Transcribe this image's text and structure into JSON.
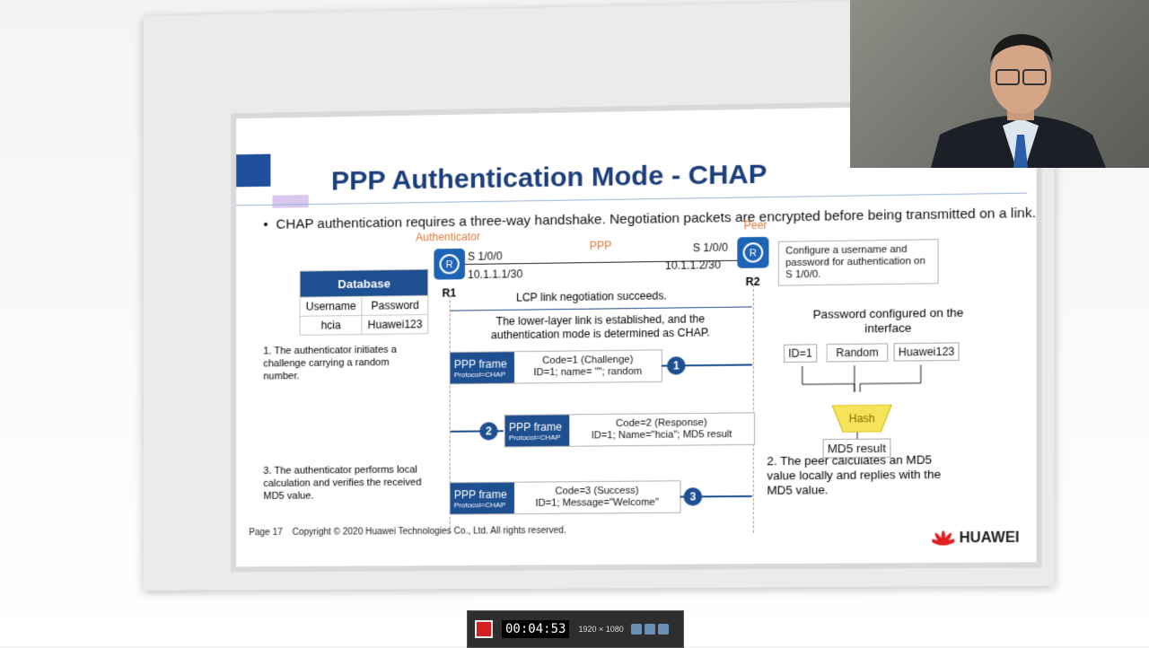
{
  "slide": {
    "title": "PPP Authentication Mode - CHAP",
    "bullet": "CHAP authentication requires a three-way handshake. Negotiation packets are encrypted before being transmitted on a link.",
    "authenticator_label": "Authenticator",
    "peer_label": "Peer",
    "ppp_label": "PPP",
    "r1": {
      "name": "R1",
      "interface": "S 1/0/0",
      "ip": "10.1.1.1/30"
    },
    "r2": {
      "name": "R2",
      "interface": "S 1/0/0",
      "ip": "10.1.1.2/30"
    },
    "database": {
      "title": "Database",
      "headers": [
        "Username",
        "Password"
      ],
      "row": [
        "hcia",
        "Huawei123"
      ]
    },
    "peer_note": "Configure a username and password for authentication on S 1/0/0.",
    "lcp_text": "LCP link negotiation succeeds.",
    "lower_layer_text": "The lower-layer link is established, and the authentication mode is determined as CHAP.",
    "step1_text": "1. The authenticator initiates a challenge carrying a random number.",
    "step2_text": "2. The peer calculates an MD5 value locally and replies with the MD5 value.",
    "step3_text": "3. The authenticator performs local calculation and verifies the received MD5 value.",
    "frames": [
      {
        "label": "PPP frame",
        "protocol": "Protocol=CHAP",
        "line1": "Code=1 (Challenge)",
        "line2": "ID=1; name= \"\"; random",
        "num": "1"
      },
      {
        "label": "PPP frame",
        "protocol": "Protocol=CHAP",
        "line1": "Code=2 (Response)",
        "line2": "ID=1; Name=\"hcia\"; MD5 result",
        "num": "2"
      },
      {
        "label": "PPP frame",
        "protocol": "Protocol=CHAP",
        "line1": "Code=3 (Success)",
        "line2": "ID=1; Message=\"Welcome\"",
        "num": "3"
      }
    ],
    "password_heading": "Password configured on the interface",
    "hash_inputs": [
      "ID=1",
      "Random",
      "Huawei123"
    ],
    "hash_label": "Hash",
    "md5_result": "MD5 result",
    "page": "Page 17",
    "copyright": "Copyright © 2020 Huawei Technologies Co., Ltd. All rights reserved.",
    "brand": "HUAWEI"
  },
  "recorder": {
    "time": "00:04:53",
    "resolution": "1920 × 1080"
  },
  "colors": {
    "title_blue": "#1c3e7c",
    "frame_blue": "#1d4f91",
    "router_blue": "#1d63b6",
    "accent_orange": "#e07a3d",
    "hash_yellow": "#f5e45a"
  }
}
